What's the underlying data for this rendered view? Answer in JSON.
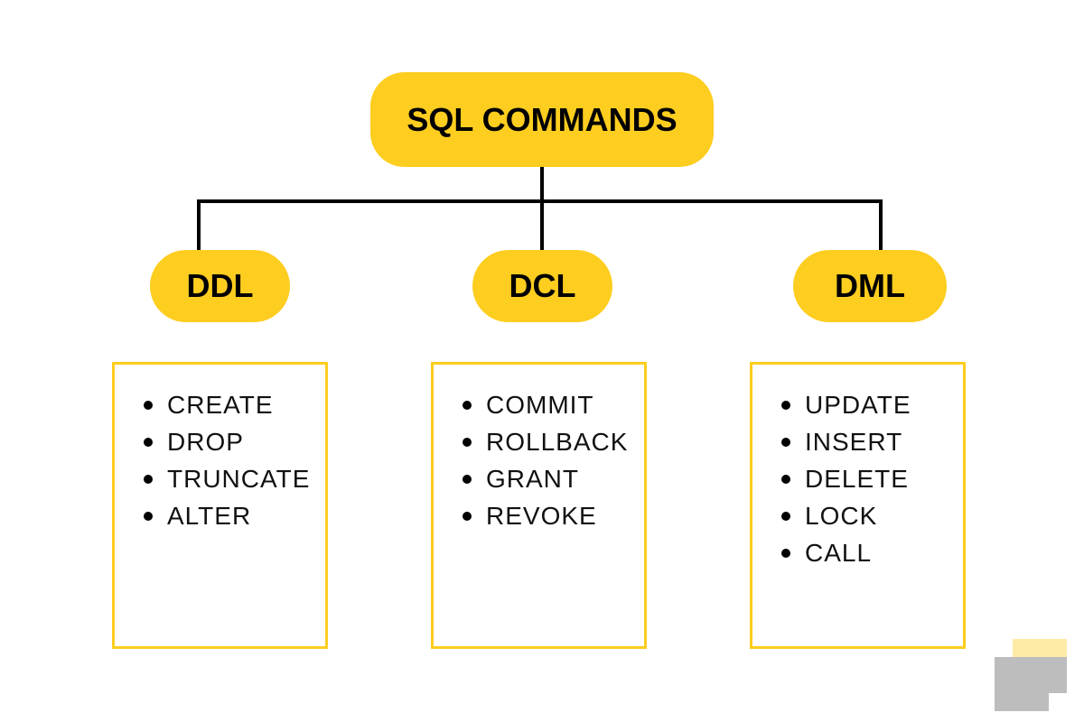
{
  "diagram": {
    "title": "SQL COMMANDS",
    "colors": {
      "accent": "#FDCD1F",
      "line": "#000000",
      "text": "#000000"
    },
    "categories": [
      {
        "label": "DDL",
        "items": [
          "CREATE",
          "DROP",
          "TRUNCATE",
          "ALTER"
        ]
      },
      {
        "label": "DCL",
        "items": [
          "COMMIT",
          "ROLLBACK",
          "GRANT",
          "REVOKE"
        ]
      },
      {
        "label": "DML",
        "items": [
          "UPDATE",
          "INSERT",
          "DELETE",
          "LOCK",
          "CALL"
        ]
      }
    ]
  }
}
